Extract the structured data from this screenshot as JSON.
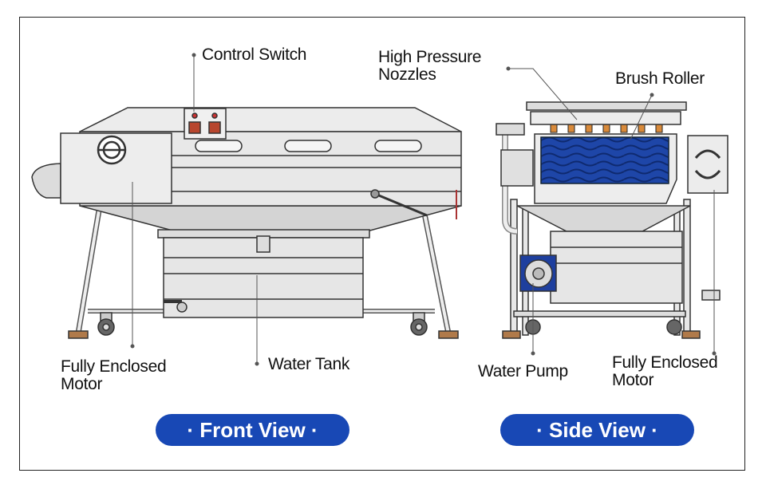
{
  "labels": {
    "control_switch": "Control Switch",
    "high_pressure_nozzles_line1": "High Pressure",
    "high_pressure_nozzles_line2": "Nozzles",
    "brush_roller": "Brush Roller",
    "front_motor_line1": "Fully Enclosed",
    "front_motor_line2": "Motor",
    "water_tank": "Water Tank",
    "water_pump": "Water Pump",
    "side_motor_line1": "Fully Enclosed",
    "side_motor_line2": "Motor"
  },
  "buttons": {
    "front_view": "· Front View ·",
    "side_view": "· Side View ·"
  },
  "colors": {
    "accent": "#1848b5",
    "machine_fill": "#e4e4e4",
    "outline": "#333333",
    "water": "#1b3d9c"
  }
}
